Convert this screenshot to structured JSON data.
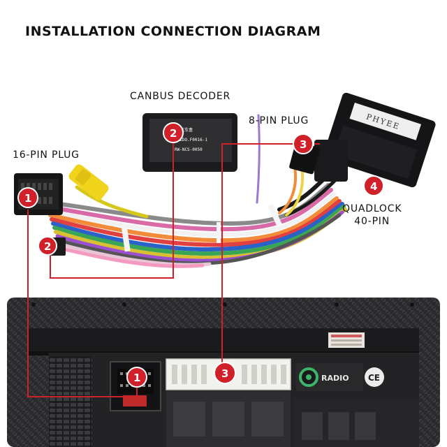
{
  "title": "INSTALLATION CONNECTION DIAGRAM",
  "labels": {
    "canbus_decoder": "CANBUS DECODER",
    "pin8_plug": "8-PIN PLUG",
    "pin16_plug": "16-PIN PLUG",
    "quadlock_line1": "QUADLOCK",
    "quadlock_line2": "40-PIN"
  },
  "markers": {
    "m1": "1",
    "m2": "2",
    "m3": "3",
    "m4": "4"
  },
  "device": {
    "radio_label": "RADIO",
    "ce_mark": "CE"
  },
  "decoder_sticker": {
    "line1": "协议车盒",
    "line2": "RAIDO.F0016-1",
    "line3": "RW-NCS-0050"
  },
  "quadlock_brand": "PHYEE",
  "colors": {
    "accent_red": "#d0202a",
    "panel_dark": "#2a2a2c",
    "connector_white": "#f2f2ee"
  }
}
